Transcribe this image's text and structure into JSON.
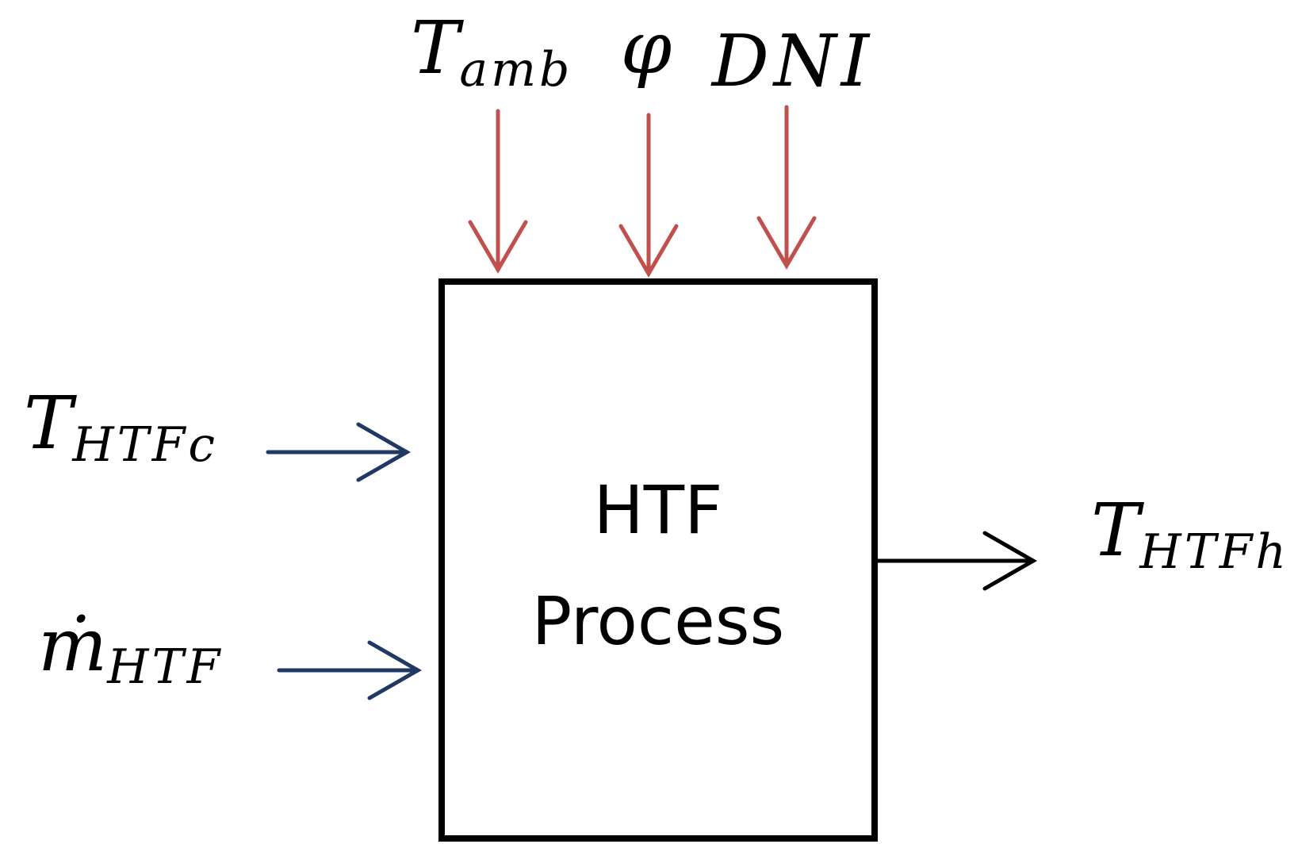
{
  "process_block": {
    "line1": "HTF",
    "line2": "Process"
  },
  "inputs_top": [
    {
      "symbol": "T",
      "subscript": "amb"
    },
    {
      "symbol": "φ",
      "subscript": ""
    },
    {
      "symbol": "DNI",
      "subscript": ""
    }
  ],
  "inputs_left": [
    {
      "symbol": "T",
      "subscript": "HTFc"
    },
    {
      "symbol": "ṁ",
      "subscript": "HTF"
    }
  ],
  "outputs_right": [
    {
      "symbol": "T",
      "subscript": "HTFh"
    }
  ],
  "colors": {
    "top_arrows": "#c0504d",
    "left_arrows": "#1f3864",
    "output_arrow": "#000000",
    "box_border": "#000000"
  }
}
